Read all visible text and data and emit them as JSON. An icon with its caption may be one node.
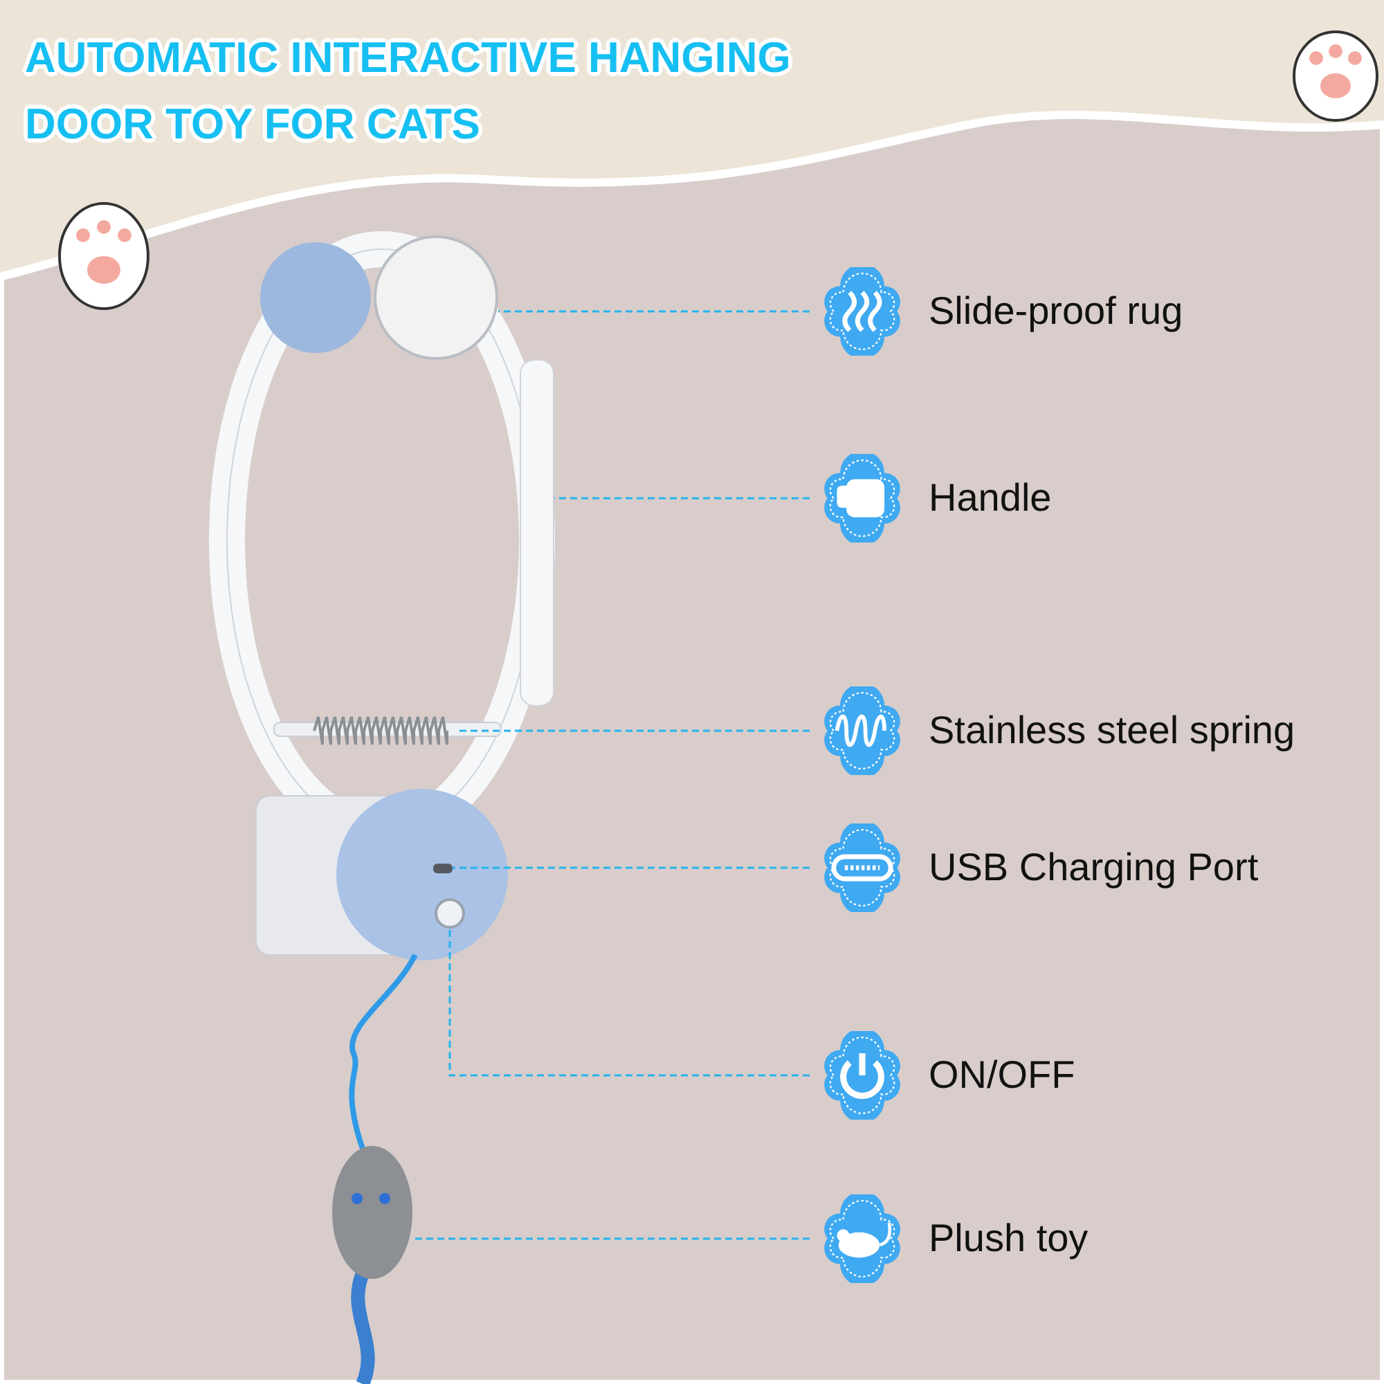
{
  "diagram": {
    "title": "AUTOMATIC INTERACTIVE HANGING DOOR TOY FOR CATS",
    "nodes": [
      {
        "text": [
          "Slide-proof rug"
        ]
      },
      {
        "text": [
          "Handle"
        ]
      },
      {
        "text": [
          "Stainless steel spring"
        ]
      },
      {
        "text": [
          "USB Charging Port"
        ]
      },
      {
        "text": [
          "ON/OFF"
        ]
      },
      {
        "text": [
          "Plush toy"
        ]
      },
      {
        "text": [],
        "shape": "circle"
      },
      {
        "text": [],
        "shape": "picture"
      },
      {
        "text": [],
        "shape": "picture"
      },
      {
        "text": [],
        "shape": "picture"
      },
      {
        "text": [],
        "shape": "circle"
      },
      {
        "text": [],
        "shape": "picture"
      }
    ],
    "edges": [
      {
        "from": 0,
        "to": 6,
        "arrow": "none",
        "style": "dashed"
      },
      {
        "from": 1,
        "to": 7,
        "arrow": "none",
        "style": "dashed"
      },
      {
        "from": 2,
        "to": 8,
        "arrow": "none",
        "style": "dashed"
      },
      {
        "from": 3,
        "to": 9,
        "arrow": "none",
        "style": "dashed"
      },
      {
        "from": 4,
        "to": 10,
        "arrow": "none",
        "style": "dashed"
      },
      {
        "from": 5,
        "to": 11,
        "arrow": "none",
        "style": "dashed"
      }
    ]
  }
}
